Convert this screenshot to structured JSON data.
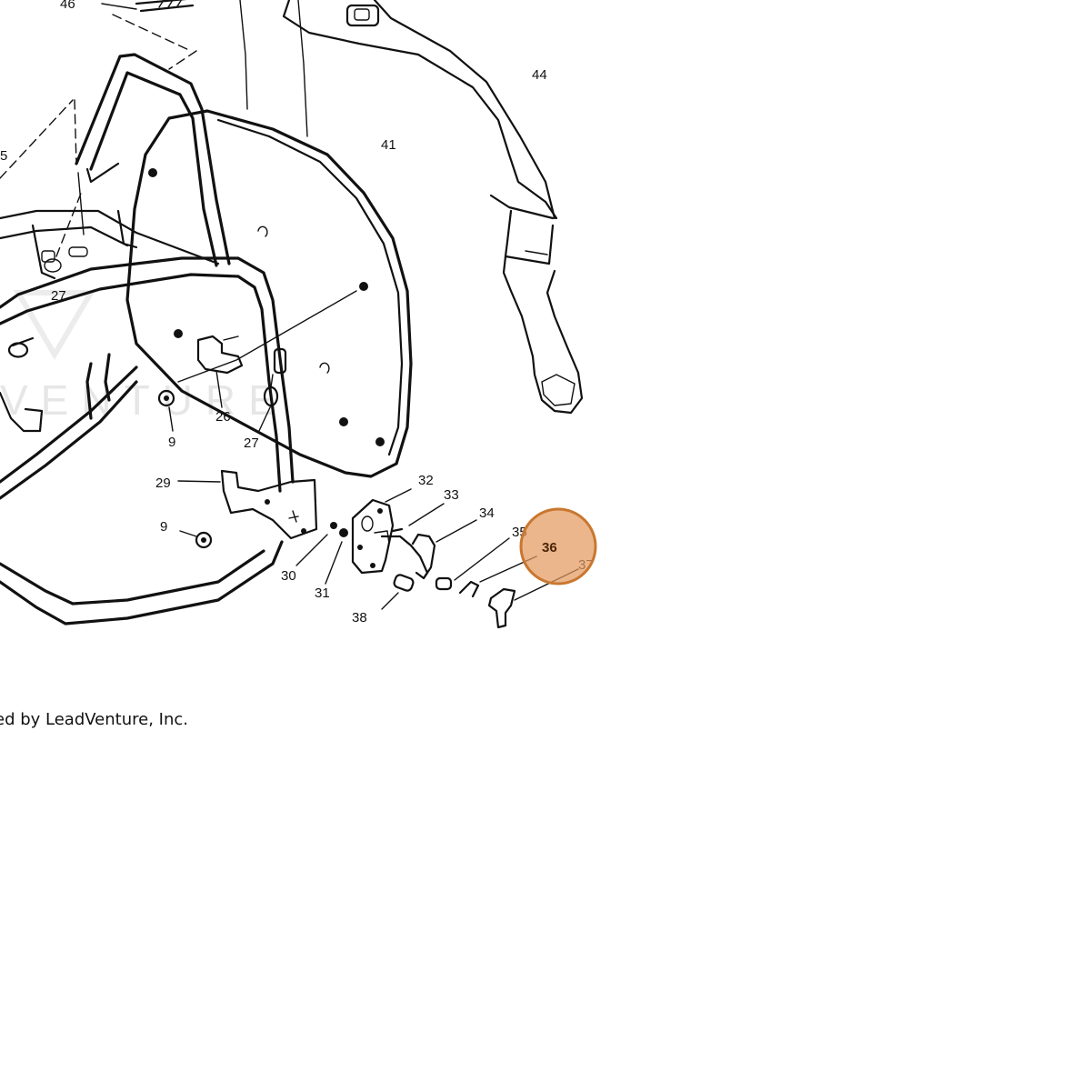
{
  "diagram": {
    "part_labels": [
      {
        "id": "46",
        "text": "46"
      },
      {
        "id": "44",
        "text": "44"
      },
      {
        "id": "41",
        "text": "41"
      },
      {
        "id": "5",
        "text": "5"
      },
      {
        "id": "27a",
        "text": "27"
      },
      {
        "id": "26",
        "text": "26"
      },
      {
        "id": "27b",
        "text": "27"
      },
      {
        "id": "9a",
        "text": "9"
      },
      {
        "id": "29",
        "text": "29"
      },
      {
        "id": "9b",
        "text": "9"
      },
      {
        "id": "30",
        "text": "30"
      },
      {
        "id": "31",
        "text": "31"
      },
      {
        "id": "32",
        "text": "32"
      },
      {
        "id": "33",
        "text": "33"
      },
      {
        "id": "34",
        "text": "34"
      },
      {
        "id": "35",
        "text": "35"
      },
      {
        "id": "37",
        "text": "37"
      },
      {
        "id": "38",
        "text": "38"
      }
    ],
    "highlighted_part": {
      "text": "36",
      "color": "#e39a5f",
      "border_color": "#c9772f"
    },
    "watermark": "VENTURE",
    "copyright": "ed by LeadVenture, Inc."
  }
}
